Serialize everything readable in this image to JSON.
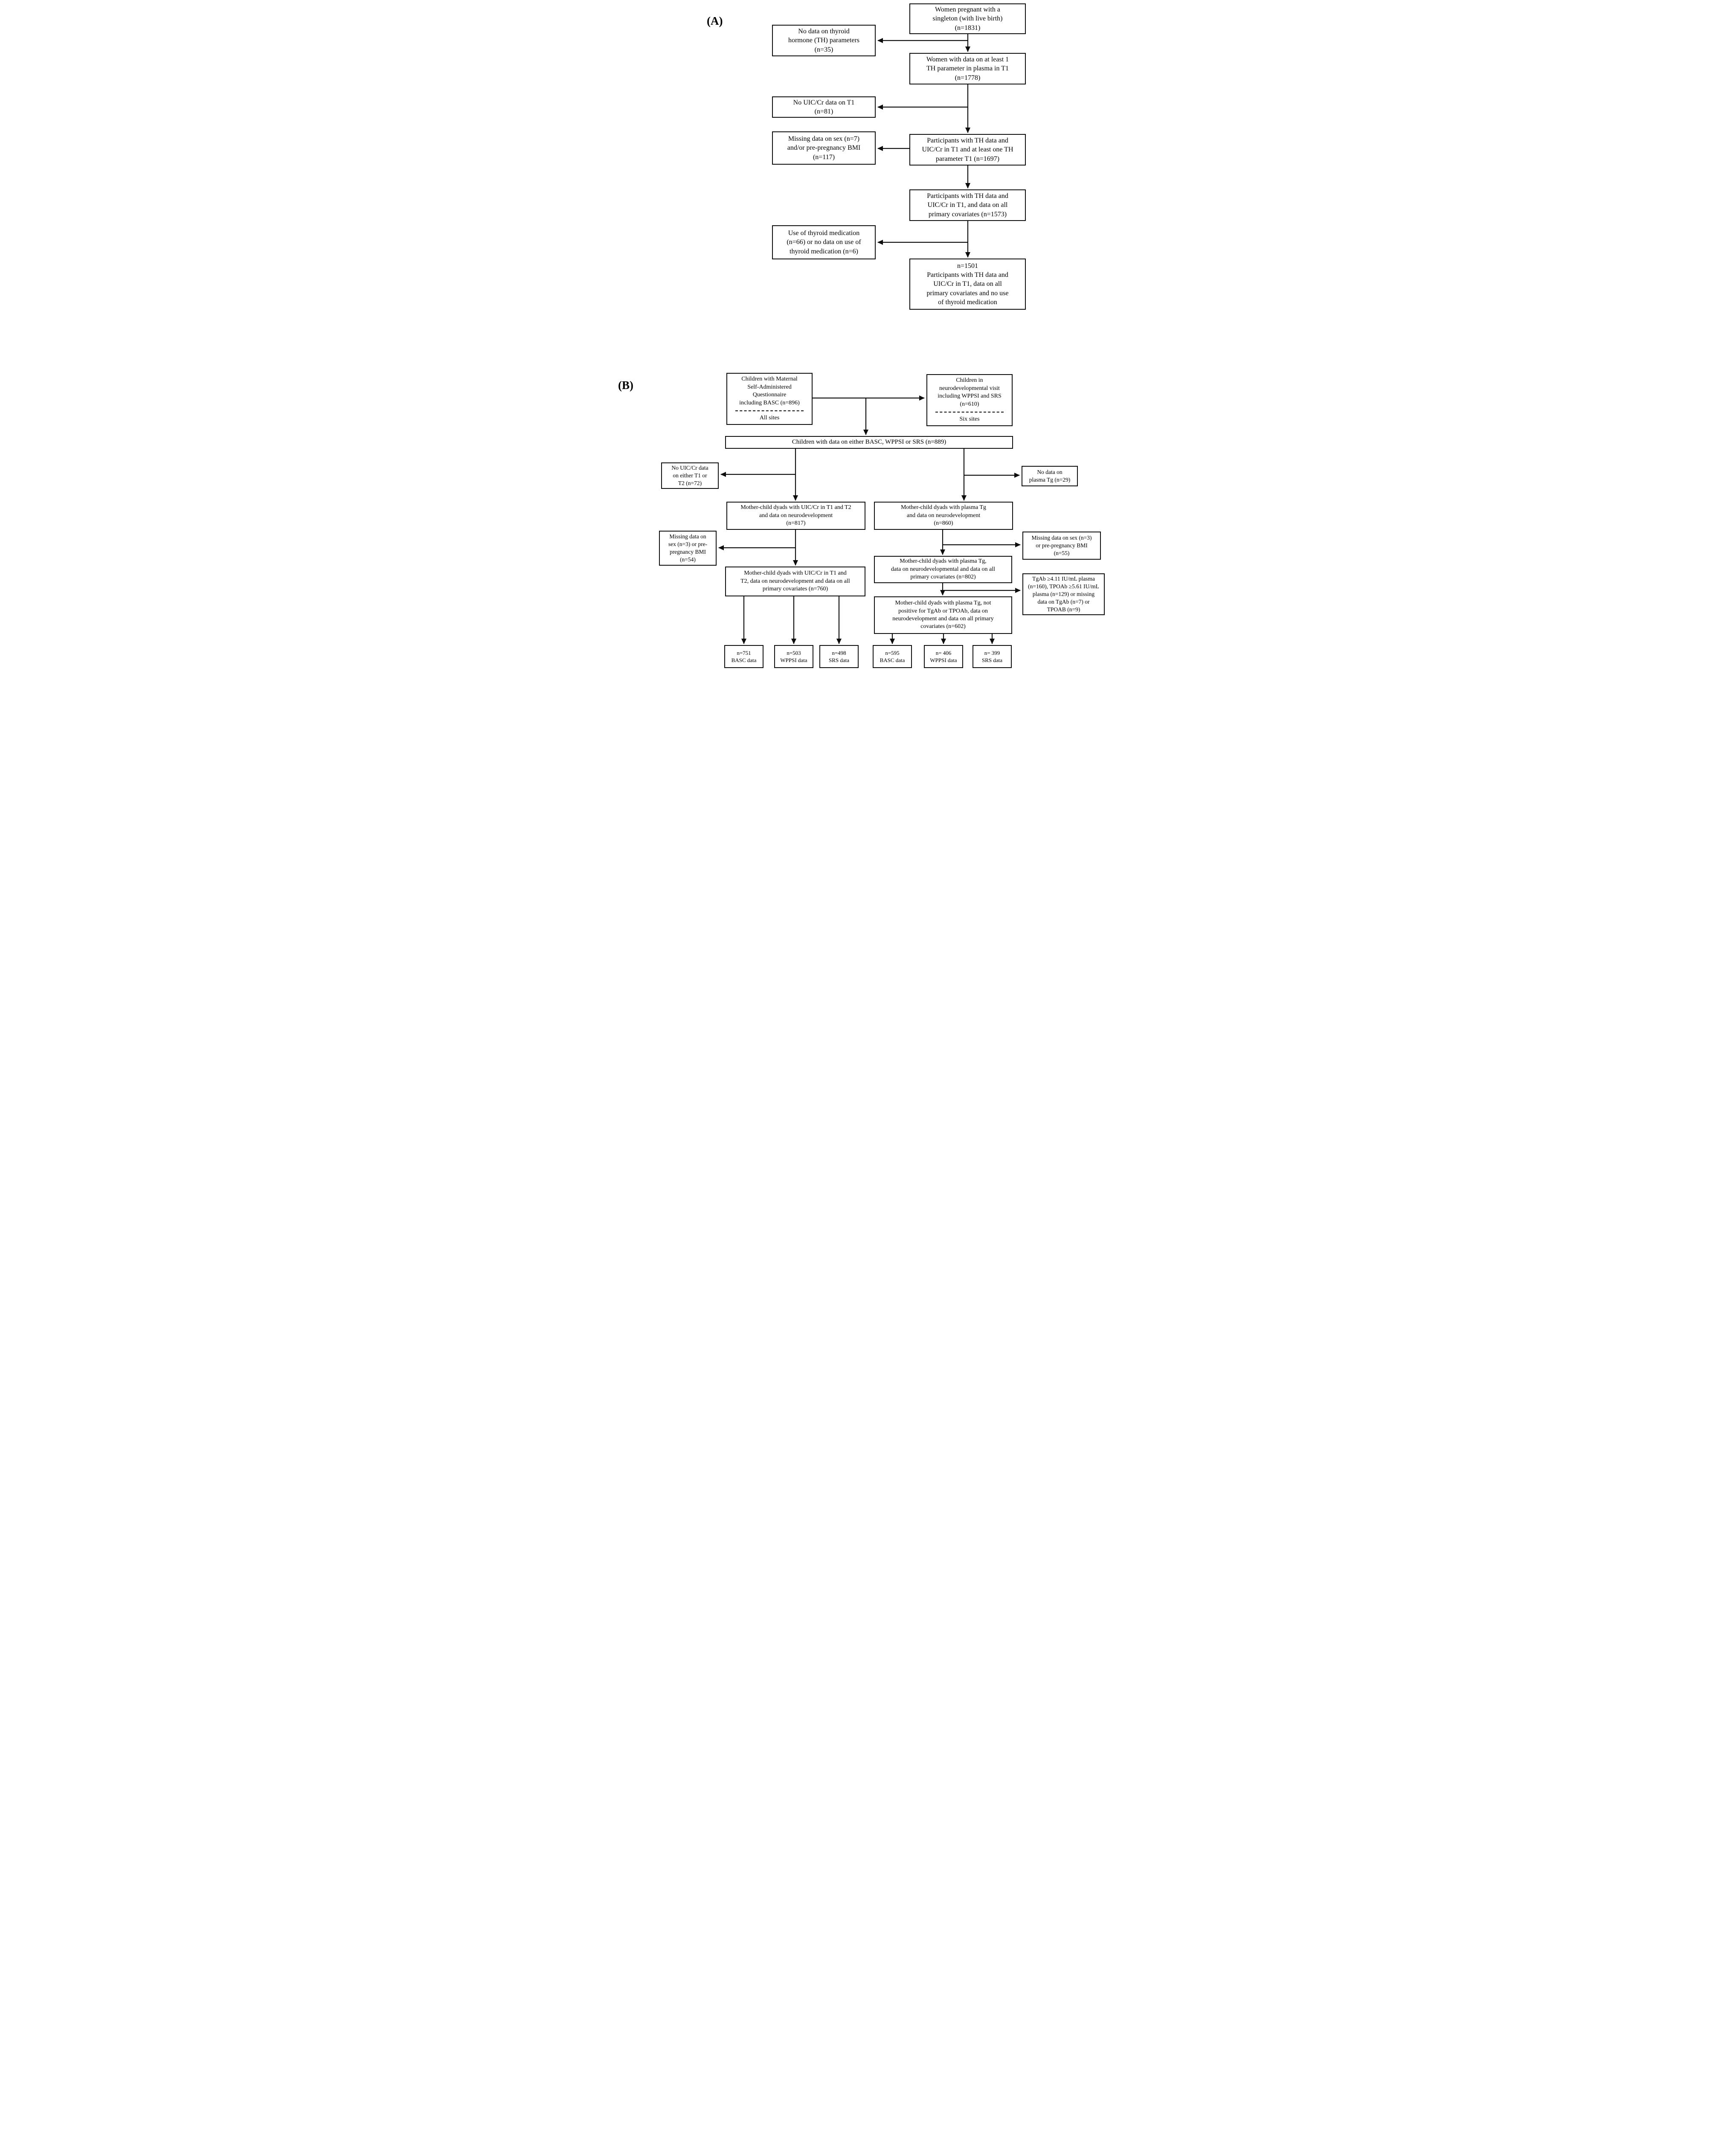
{
  "colors": {
    "line": "#0d0d0d",
    "text": "#000000",
    "background": "#ffffff"
  },
  "panel_a": {
    "label": "(A)",
    "boxes": {
      "start": "Women pregnant with a\nsingleton (with live birth)\n(n=1831)",
      "excl_th": "No data on thyroid\nhormone (TH) parameters\n(n=35)",
      "th_t1": "Women with data on at least 1\nTH parameter in plasma in T1\n(n=1778)",
      "excl_uic": "No UIC/Cr data on T1\n(n=81)",
      "excl_sex_bmi": "Missing data on sex (n=7)\nand/or pre-pregnancy BMI\n(n=117)",
      "th_uic": "Participants with TH data and\nUIC/Cr in T1 and at least one TH\nparameter T1 (n=1697)",
      "covariates": "Participants with TH data and\nUIC/Cr in T1, and data on all\nprimary covariates (n=1573)",
      "excl_med": "Use of thyroid medication\n(n=66) or no data on use of\nthyroid medication (n=6)",
      "final": "n=1501\nParticipants with TH data and\nUIC/Cr in T1, data on all\nprimary covariates and no use\nof thyroid medication"
    }
  },
  "panel_b": {
    "label": "(B)",
    "boxes": {
      "basc_source": "Children with Maternal\nSelf-Administered\nQuestionnaire\nincluding BASC (n=896)",
      "basc_source_note": "All sites",
      "neuro_source": "Children in\nneurodevelopmental visit\nincluding WPPSI and SRS\n(n=610)",
      "neuro_source_note": "Six sites",
      "combined": "Children with data on either BASC, WPPSI or SRS (n=889)",
      "excl_uic": "No UIC/Cr data\non either T1 or\nT2 (n=72)",
      "excl_tg": "No data on\nplasma Tg (n=29)",
      "uic_dyads": "Mother-child dyads with UIC/Cr in T1 and T2\nand data on neurodevelopment\n(n=817)",
      "tg_dyads": "Mother-child dyads with plasma Tg\nand data on neurodevelopment\n(n=860)",
      "excl_sex_bmi_left": "Missing data on\nsex (n=3) or pre-\npregnancy BMI\n(n=54)",
      "excl_sex_bmi_right": "Missing data on sex (n=3)\nor pre-pregnancy BMI\n(n=55)",
      "uic_covariates": "Mother-child dyads with UIC/Cr in T1 and\nT2, data on neurodevelopment and data on all\nprimary covariates (n=760)",
      "tg_covariates": "Mother-child dyads with plasma Tg,\ndata on neurodevelopmental and data on all\nprimary covariates (n=802)",
      "excl_antibodies": "TgAb ≥4.11 IU/mL plasma\n(n=160), TPOAb ≥5.61 IU/mL\nplasma (n=129) or missing\ndata on TgAb (n=7) or\nTPOAB (n=9)",
      "tg_final": "Mother-child dyads with plasma Tg, not\npositive for TgAb or TPOAb, data on\nneurodevelopment and data on all primary\ncovariates (n=602)",
      "out_basc_left": "n=751\nBASC data",
      "out_wppsi_left": "n=503\nWPPSI data",
      "out_srs_left": "n=498\nSRS data",
      "out_basc_right": "n=595\nBASC data",
      "out_wppsi_right": "n= 406\nWPPSI data",
      "out_srs_right": "n= 399\nSRS data"
    }
  }
}
